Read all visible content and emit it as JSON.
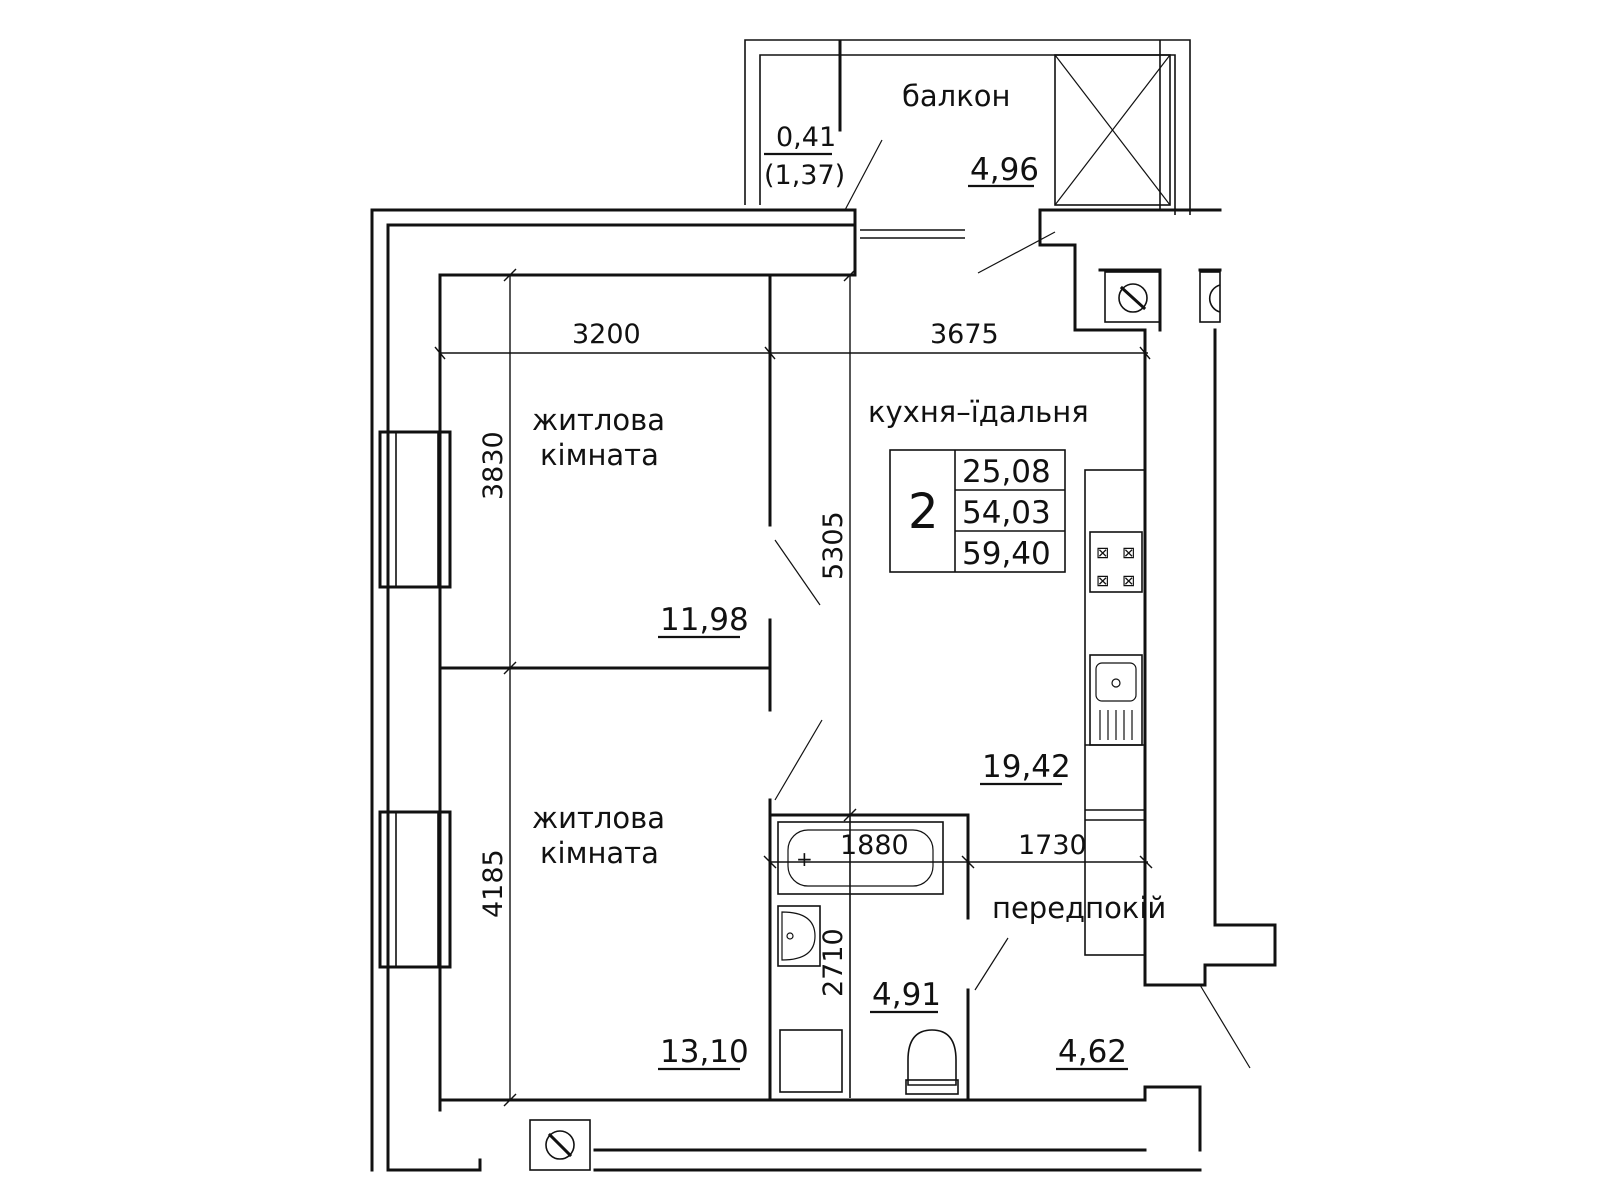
{
  "rooms": {
    "balcony": {
      "name": "балкон",
      "area": "4,96",
      "storage_area": "0,41",
      "storage_area_total": "(1,37)"
    },
    "living_room_1": {
      "name_line1": "житлова",
      "name_line2": "кімната",
      "area": "11,98"
    },
    "living_room_2": {
      "name_line1": "житлова",
      "name_line2": "кімната",
      "area": "13,10"
    },
    "kitchen_dining": {
      "name": "кухня–їдальня",
      "area": "19,42"
    },
    "bathroom": {
      "area": "4,91"
    },
    "hallway": {
      "name": "передпокій",
      "area": "4,62"
    }
  },
  "summary": {
    "rooms_count": "2",
    "living_area": "25,08",
    "total_area": "54,03",
    "total_area_with_balcony": "59,40"
  },
  "dimensions": {
    "room1_width": "3200",
    "kitchen_width": "3675",
    "room1_depth": "3830",
    "room2_depth": "4185",
    "kitchen_depth": "5305",
    "bath_width": "1880",
    "hall_width": "1730",
    "bath_depth": "2710"
  }
}
